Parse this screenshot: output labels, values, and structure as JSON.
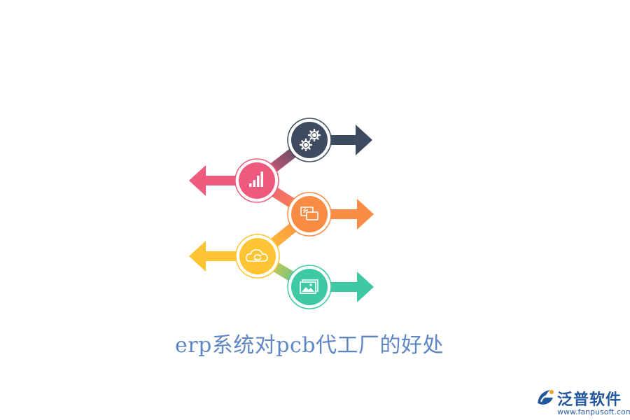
{
  "title": "erp系统对pcb代工厂的好处",
  "steps": [
    {
      "icon": "gears-icon",
      "color": "#3e4a5f",
      "direction": "right"
    },
    {
      "icon": "bar-chart-icon",
      "color": "#ee5a7e",
      "direction": "left"
    },
    {
      "icon": "screen-share-icon",
      "color": "#f98c45",
      "direction": "right"
    },
    {
      "icon": "cloud-sync-icon",
      "color": "#fec434",
      "direction": "left"
    },
    {
      "icon": "image-gallery-icon",
      "color": "#3fc8a4",
      "direction": "right"
    }
  ],
  "brand": {
    "name": "泛普软件",
    "url": "www.fanpusoft.com",
    "color": "#23579c"
  }
}
